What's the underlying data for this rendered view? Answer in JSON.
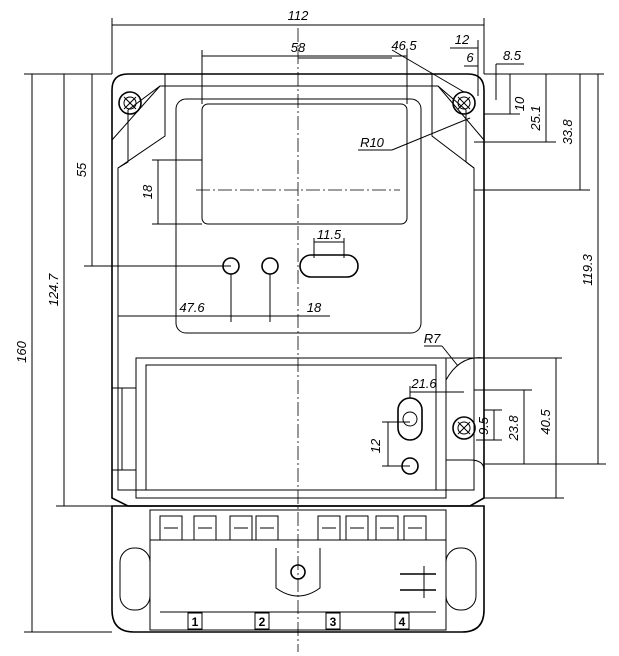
{
  "drawing": {
    "dimensions": {
      "overall_width": "112",
      "window_width": "58",
      "screw_offset": "46.5",
      "top_right_12": "12",
      "top_right_6": "6",
      "top_right_8_5": "8.5",
      "right_10": "10",
      "right_25_1": "25.1",
      "right_33_8": "33.8",
      "radius_top": "R10",
      "left_55": "55",
      "window_18": "18",
      "slot_11_5": "11.5",
      "hole_47_6": "47.6",
      "hole_18": "18",
      "left_124_7": "124.7",
      "overall_height": "160",
      "right_119_3": "119.3",
      "radius_lower": "R7",
      "slot_21_6": "21.6",
      "right_9_5": "9.5",
      "right_23_8": "23.8",
      "right_40_5": "40.5",
      "slot_12": "12"
    },
    "terminal_labels": [
      "1",
      "2",
      "3",
      "4"
    ]
  }
}
